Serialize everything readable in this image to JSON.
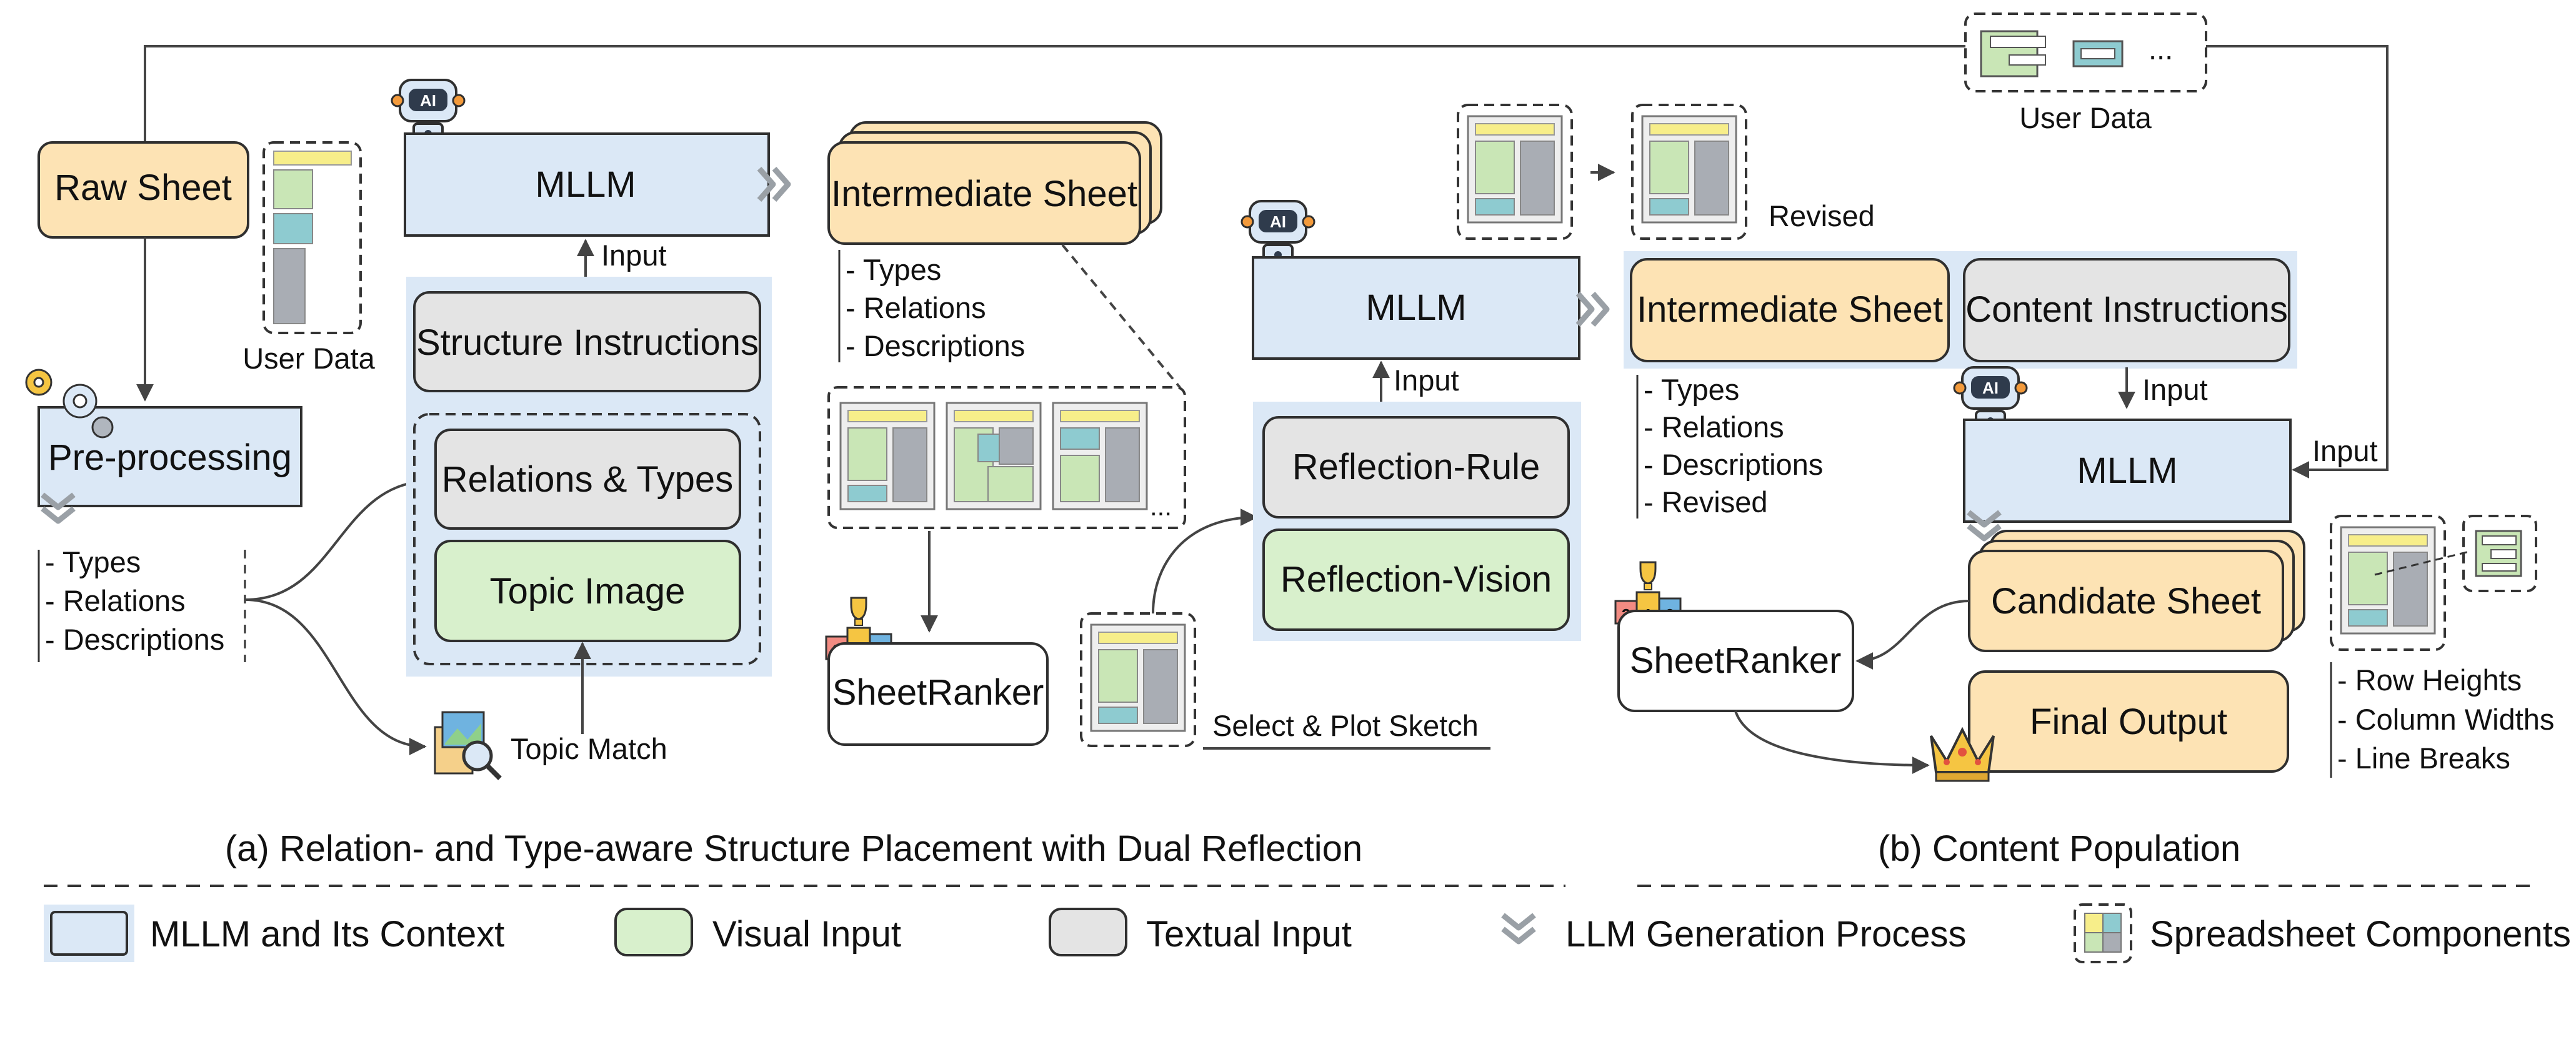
{
  "left_panel": {
    "raw_sheet": "Raw Sheet",
    "user_data": "User Data",
    "preprocessing": "Pre-processing",
    "outputs": [
      "- Types",
      "- Relations",
      "- Descriptions"
    ]
  },
  "section_a": {
    "mllm": "MLLM",
    "input": "Input",
    "structure_instructions": "Structure Instructions",
    "relations_types": "Relations & Types",
    "topic_image": "Topic Image",
    "topic_match": "Topic Match",
    "intermediate_sheet": "Intermediate Sheet",
    "outputs": [
      "- Types",
      "- Relations",
      "- Descriptions"
    ],
    "ellipsis": "...",
    "sheetranker": "SheetRanker",
    "select_plot": "Select & Plot Sketch",
    "mllm2": "MLLM",
    "input2": "Input",
    "reflection_rule": "Reflection-Rule",
    "reflection_vision": "Reflection-Vision",
    "revised": "Revised",
    "caption": "(a) Relation- and Type-aware Structure Placement with Dual Reflection"
  },
  "section_b": {
    "user_data": "User Data",
    "ellipsis": "...",
    "intermediate_sheet": "Intermediate Sheet",
    "content_instructions": "Content Instructions",
    "input": "Input",
    "input_side": "Input",
    "mllm": "MLLM",
    "outputs": [
      "- Types",
      "- Relations",
      "- Descriptions",
      "- Revised"
    ],
    "candidate_sheet": "Candidate Sheet",
    "sheetranker": "SheetRanker",
    "final_output": "Final Output",
    "components": [
      "- Row Heights",
      "- Column Widths",
      "- Line Breaks"
    ],
    "caption": "(b) Content Population"
  },
  "legend": {
    "items": [
      {
        "label": "MLLM and Its Context",
        "color": "#dbe8f6"
      },
      {
        "label": "Visual Input",
        "color": "#d8f0cc"
      },
      {
        "label": "Textual Input",
        "color": "#e4e4e4"
      },
      {
        "label": "LLM Generation Process",
        "color": "#9aa0a6"
      },
      {
        "label": "Spreadsheet Components",
        "color": "#fde3b4"
      }
    ]
  },
  "icons": {
    "robot": "ai-robot-icon",
    "gear": "gear-icon",
    "trophy": "podium-trophy-icon",
    "crown": "crown-icon",
    "image_search": "image-search-icon",
    "ai_label": "AI",
    "podium": [
      "2",
      "1",
      "3"
    ]
  }
}
